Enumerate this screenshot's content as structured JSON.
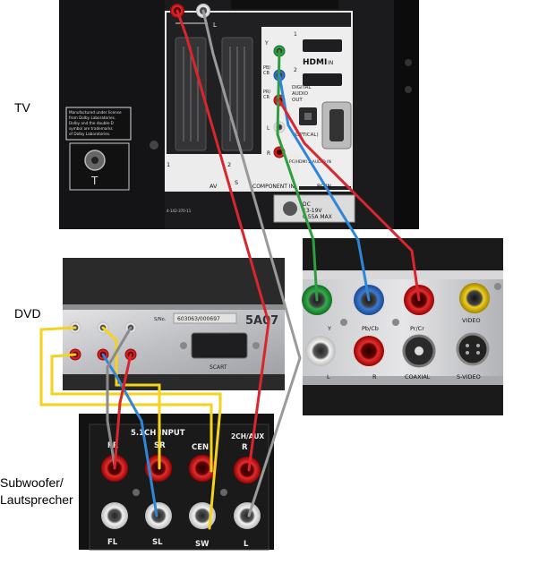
{
  "labels": {
    "tv": "TV",
    "dvd": "DVD",
    "subwoofer_line1": "Subwoofer/",
    "subwoofer_line2": "Lautsprecher"
  },
  "tv_panel": {
    "dolby_notice": [
      "Manufactured under license",
      "from Dolby Laboratories.",
      "Dolby and the double-D",
      "symbol are trademarks",
      "of Dolby Laboratories."
    ],
    "hdmi": "HDMI",
    "hdmi_in": "IN",
    "hdmi_1": "1",
    "hdmi_2": "2",
    "y": "Y",
    "pb": "PB/",
    "pb2": "CB",
    "pr": "PR/",
    "pr2": "CR",
    "digital_audio": "DIGITAL",
    "digital_audio2": "AUDIO",
    "digital_audio3": "OUT",
    "optical": "(OPTICAL)",
    "pc_hdmi_audio": "PC/HDMI 2 AUDIO IN",
    "av": "AV",
    "s_video": "S",
    "component_in": "COMPONENT IN",
    "pc_in": "PC IN",
    "dc": "DC",
    "dc_volt": "13-19V",
    "dc_amp": "0.55A MAX",
    "model_code": "4-142-370-11",
    "port_1": "1",
    "port_2": "2",
    "l": "L",
    "r": "R"
  },
  "dvd_panel": {
    "serial_label": "S/No.",
    "serial": "603063/000697",
    "model": "5A07",
    "scart": "SCART"
  },
  "component_panel": {
    "y": "Y",
    "pb_cb": "Pb/Cb",
    "pr_cr": "Pr/Cr",
    "video": "VIDEO",
    "l": "L",
    "r": "R",
    "coaxial": "COAXIAL",
    "s_video": "S-VIDEO"
  },
  "speaker_panel": {
    "input_5ch": "5.1CH INPUT",
    "aux": "2CH/AUX",
    "fr": "FR",
    "sr": "SR",
    "cen": "CEN",
    "r": "R",
    "fl": "FL",
    "sl": "SL",
    "sw": "SW",
    "l": "L"
  },
  "cable_colors": {
    "red": "#d8262c",
    "white": "#9a9a9a",
    "green": "#2e9e3e",
    "blue": "#2f86d6",
    "yellow": "#f4d21e"
  }
}
